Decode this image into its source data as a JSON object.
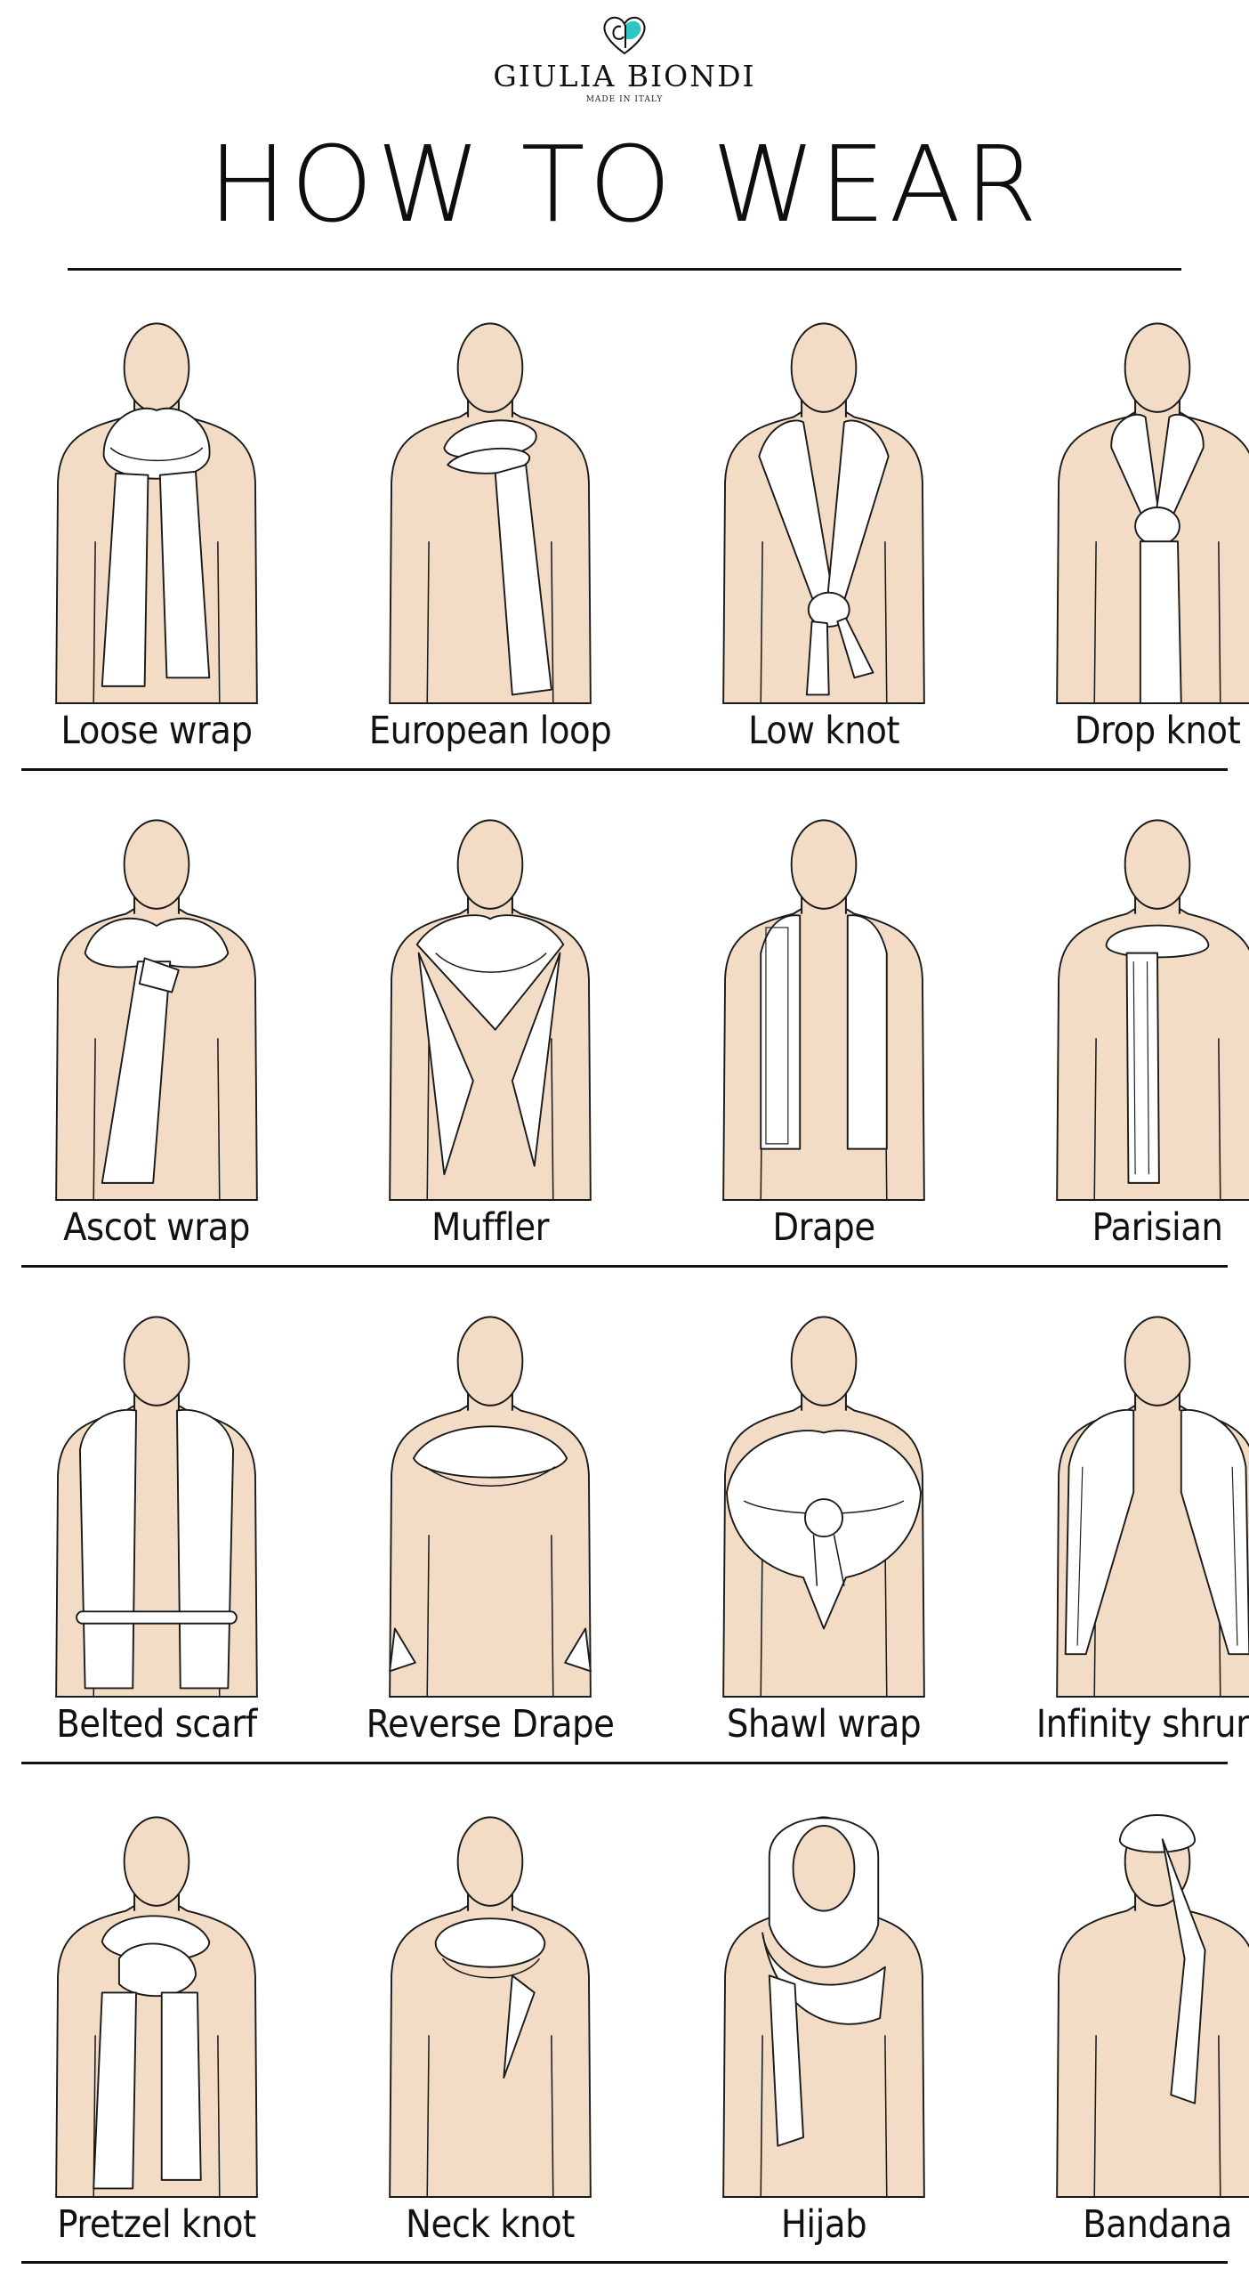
{
  "brand": {
    "name": "GIULIA BIONDI",
    "tagline": "MADE IN ITALY",
    "accent_color": "#2ec4c4",
    "logo_icon": "heart-monogram-icon"
  },
  "title": "HOW TO WEAR",
  "colors": {
    "skin": "#f2dcc6",
    "scarf": "#ffffff",
    "outline": "#1a1a1a"
  },
  "styles": [
    {
      "label": "Loose wrap"
    },
    {
      "label": "European loop"
    },
    {
      "label": "Low knot"
    },
    {
      "label": "Drop knot"
    },
    {
      "label": "Ascot wrap"
    },
    {
      "label": "Muffler"
    },
    {
      "label": "Drape"
    },
    {
      "label": "Parisian"
    },
    {
      "label": "Belted scarf"
    },
    {
      "label": "Reverse Drape"
    },
    {
      "label": "Shawl wrap"
    },
    {
      "label": "Infinity shrung"
    },
    {
      "label": "Pretzel knot"
    },
    {
      "label": "Neck knot"
    },
    {
      "label": "Hijab"
    },
    {
      "label": "Bandana"
    }
  ]
}
